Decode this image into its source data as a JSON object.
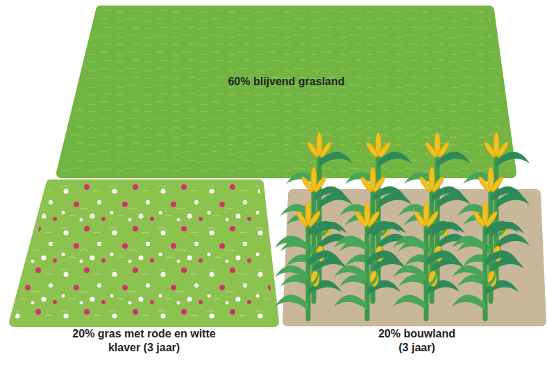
{
  "diagram": {
    "nodes": [
      {
        "text": [
          "60% blijvend grasland"
        ]
      },
      {
        "text": [
          "20% gras met rode en witte klaver (3 jaar)"
        ]
      },
      {
        "text": [
          "20% bouwland (3 jaar)"
        ]
      }
    ]
  }
}
